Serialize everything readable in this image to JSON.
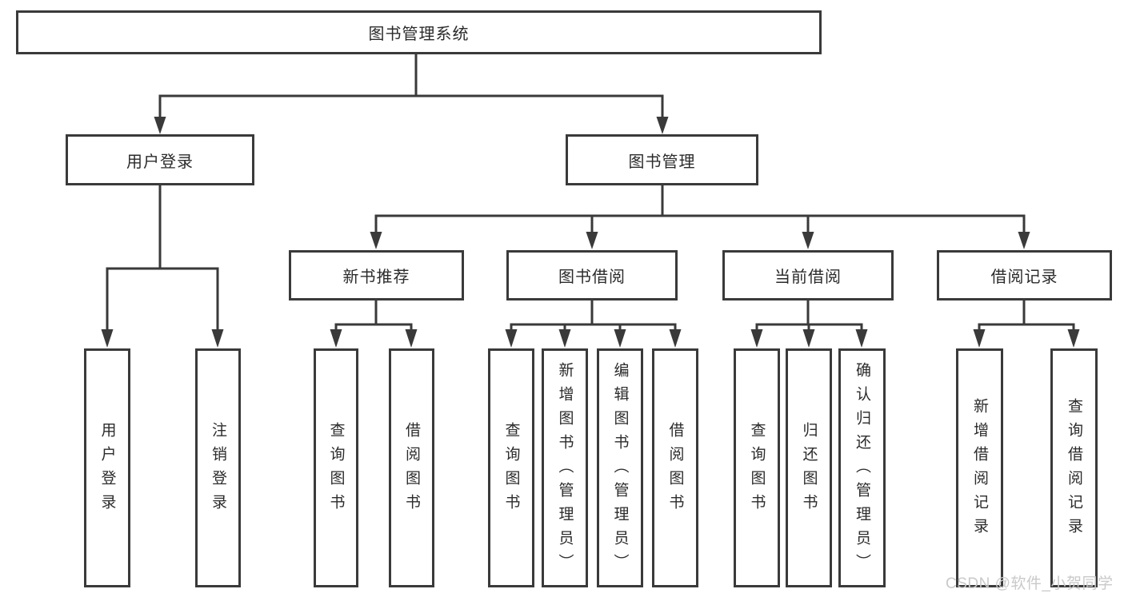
{
  "diagram": {
    "root": {
      "label": "图书管理系统"
    },
    "level2": [
      {
        "label": "用户登录"
      },
      {
        "label": "图书管理"
      }
    ],
    "level3": [
      {
        "label": "新书推荐"
      },
      {
        "label": "图书借阅"
      },
      {
        "label": "当前借阅"
      },
      {
        "label": "借阅记录"
      }
    ],
    "leaves": {
      "user_login": [
        {
          "label": "用户登录"
        },
        {
          "label": "注销登录"
        }
      ],
      "new_book": [
        {
          "label": "查询图书"
        },
        {
          "label": "借阅图书"
        }
      ],
      "borrow": [
        {
          "label": "查询图书"
        },
        {
          "label": "新增图书（管理员）"
        },
        {
          "label": "编辑图书（管理员）"
        },
        {
          "label": "借阅图书"
        }
      ],
      "current": [
        {
          "label": "查询图书"
        },
        {
          "label": "归还图书"
        },
        {
          "label": "确认归还（管理员）"
        }
      ],
      "records": [
        {
          "label": "新增借阅记录"
        },
        {
          "label": "查询借阅记录"
        }
      ]
    },
    "watermark": "CSDN @软件_小贺同学"
  },
  "colors": {
    "line": "#3a3a3a",
    "text": "#2b2b2b",
    "watermark": "#c9c9c9",
    "background": "#ffffff"
  }
}
